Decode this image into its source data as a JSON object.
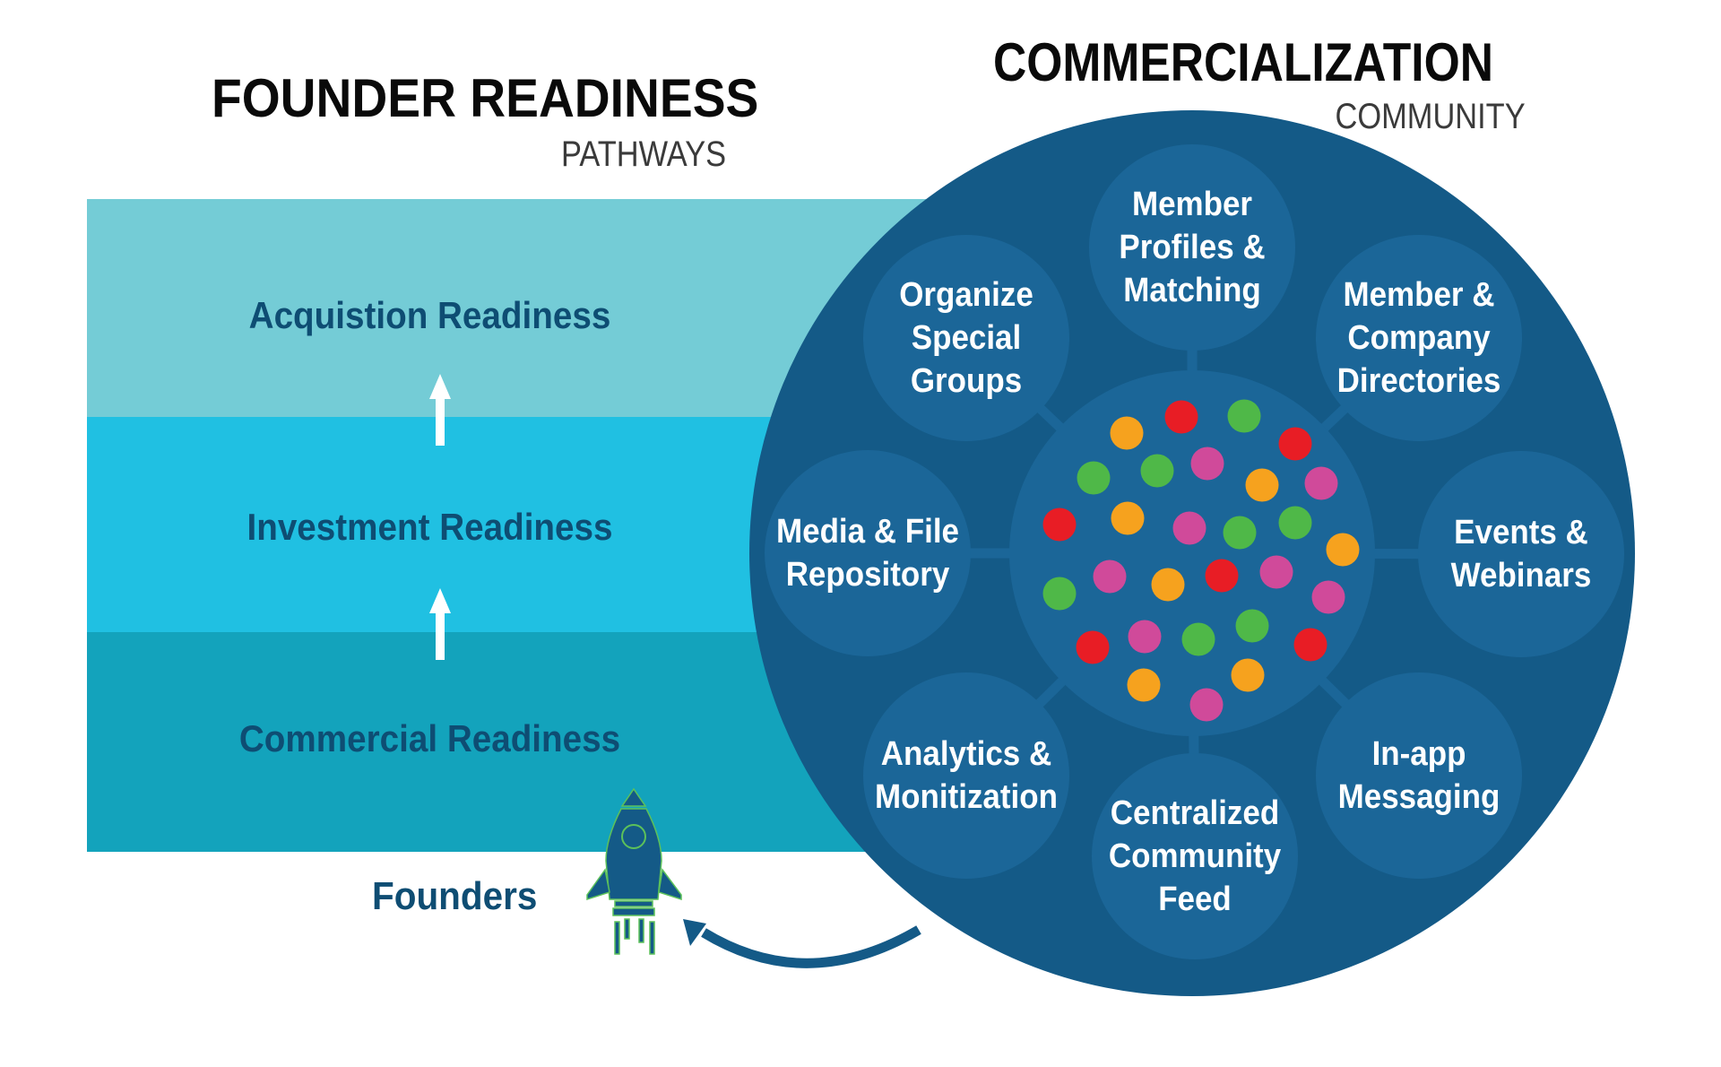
{
  "founder_readiness": {
    "title": "FOUNDER READINESS",
    "subtitle": "PATHWAYS",
    "stages": [
      {
        "label": "Acquistion Readiness",
        "color": "#74ccd6"
      },
      {
        "label": "Investment Readiness",
        "color": "#20c0e2"
      },
      {
        "label": "Commercial Readiness",
        "color": "#13a3bc"
      }
    ],
    "founders_label": "Founders"
  },
  "commercialization": {
    "title": "COMMERCIALIZATION",
    "subtitle": "COMMUNITY",
    "outer_color": "#145a87",
    "node_color": "#1b6698",
    "features": [
      {
        "id": "member-profiles",
        "lines": [
          "Member",
          "Profiles &",
          "Matching"
        ]
      },
      {
        "id": "directories",
        "lines": [
          "Member &",
          "Company",
          "Directories"
        ]
      },
      {
        "id": "events",
        "lines": [
          "Events &",
          "Webinars"
        ]
      },
      {
        "id": "messaging",
        "lines": [
          "In-app",
          "Messaging"
        ]
      },
      {
        "id": "community-feed",
        "lines": [
          "Centralized",
          "Community",
          "Feed"
        ]
      },
      {
        "id": "analytics",
        "lines": [
          "Analytics &",
          "Monitization"
        ]
      },
      {
        "id": "media-repository",
        "lines": [
          "Media & File",
          "Repository"
        ]
      },
      {
        "id": "special-groups",
        "lines": [
          "Organize",
          "Special",
          "Groups"
        ]
      }
    ],
    "member_dot_colors": {
      "orange": "#f6a21e",
      "red": "#e81d25",
      "green": "#4fb848",
      "magenta": "#d04a9a"
    },
    "member_dots": [
      "orange",
      "red",
      "green",
      "red",
      "green",
      "green",
      "magenta",
      "orange",
      "magenta",
      "red",
      "orange",
      "magenta",
      "green",
      "green",
      "orange",
      "green",
      "magenta",
      "orange",
      "red",
      "magenta",
      "magenta",
      "red",
      "magenta",
      "green",
      "green",
      "red",
      "orange",
      "orange",
      "magenta"
    ]
  },
  "icons": {
    "rocket": "rocket-icon",
    "return_arrow": "curved-arrow-icon",
    "up_arrow": "up-arrow-icon"
  }
}
